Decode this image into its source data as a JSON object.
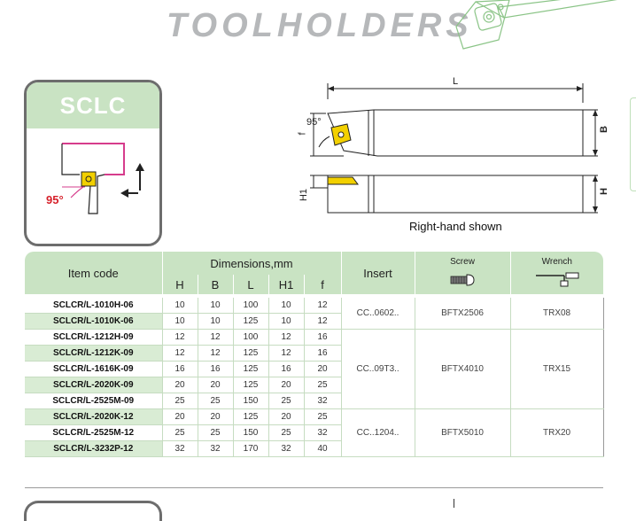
{
  "header": {
    "title": "TOOLHOLDERS"
  },
  "series": {
    "name": "SCLC",
    "angle_label": "95°"
  },
  "drawing": {
    "dim_L": "L",
    "dim_f": "f",
    "dim_B": "B",
    "dim_H": "H",
    "dim_H1": "H1",
    "angle": "95°",
    "caption": "Right-hand shown"
  },
  "table": {
    "headers": {
      "item_code": "Item code",
      "dimensions": "Dimensions,mm",
      "insert": "Insert",
      "screw": "Screw",
      "wrench": "Wrench",
      "cols": [
        "H",
        "B",
        "L",
        "H1",
        "f"
      ]
    },
    "groups": [
      {
        "insert": "CC..0602..",
        "screw": "BFTX2506",
        "wrench": "TRX08",
        "rows": [
          {
            "code": "SCLCR/L-1010H-06",
            "H": "10",
            "B": "10",
            "L": "100",
            "H1": "10",
            "f": "12"
          },
          {
            "code": "SCLCR/L-1010K-06",
            "H": "10",
            "B": "10",
            "L": "125",
            "H1": "10",
            "f": "12"
          }
        ]
      },
      {
        "insert": "CC..09T3..",
        "screw": "BFTX4010",
        "wrench": "TRX15",
        "rows": [
          {
            "code": "SCLCR/L-1212H-09",
            "H": "12",
            "B": "12",
            "L": "100",
            "H1": "12",
            "f": "16"
          },
          {
            "code": "SCLCR/L-1212K-09",
            "H": "12",
            "B": "12",
            "L": "125",
            "H1": "12",
            "f": "16"
          },
          {
            "code": "SCLCR/L-1616K-09",
            "H": "16",
            "B": "16",
            "L": "125",
            "H1": "16",
            "f": "20"
          },
          {
            "code": "SCLCR/L-2020K-09",
            "H": "20",
            "B": "20",
            "L": "125",
            "H1": "20",
            "f": "25"
          },
          {
            "code": "SCLCR/L-2525M-09",
            "H": "25",
            "B": "25",
            "L": "150",
            "H1": "25",
            "f": "32"
          }
        ]
      },
      {
        "insert": "CC..1204..",
        "screw": "BFTX5010",
        "wrench": "TRX20",
        "rows": [
          {
            "code": "SCLCR/L-2020K-12",
            "H": "20",
            "B": "20",
            "L": "125",
            "H1": "20",
            "f": "25"
          },
          {
            "code": "SCLCR/L-2525M-12",
            "H": "25",
            "B": "25",
            "L": "150",
            "H1": "25",
            "f": "32"
          },
          {
            "code": "SCLCR/L-3232P-12",
            "H": "32",
            "B": "32",
            "L": "170",
            "H1": "32",
            "f": "40"
          }
        ]
      }
    ]
  },
  "colors": {
    "accent_green": "#c9e3c3",
    "insert_yellow": "#f2d000",
    "angle_red": "#d6202a",
    "holder_magenta": "#d63c8c"
  }
}
